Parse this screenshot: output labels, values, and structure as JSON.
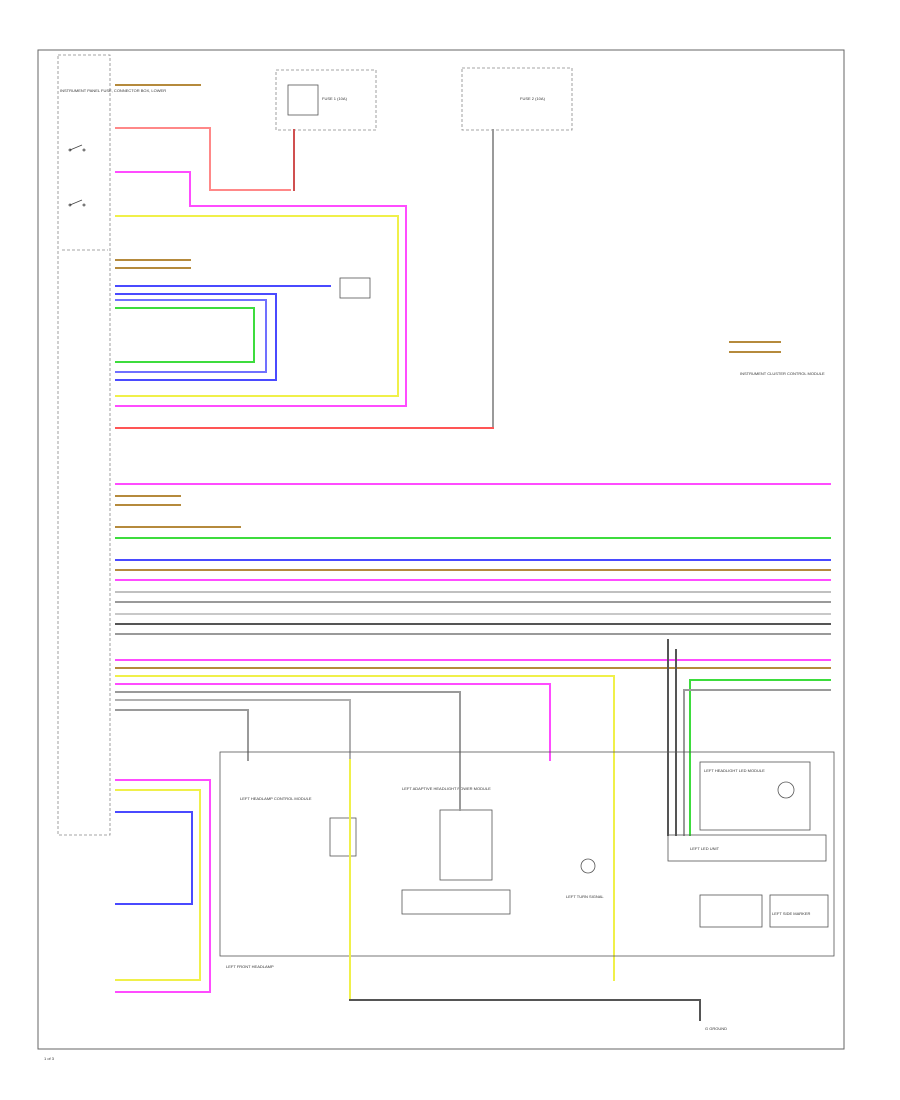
{
  "colors": {
    "background": "#ffffff",
    "frame": "#666666",
    "wire_green": "#3ddc3d",
    "wire_blue": "#4a4aff",
    "wire_magenta": "#ff4cff",
    "wire_yellow": "#f0f04a",
    "wire_red": "#ff5555",
    "wire_gray": "#9a9a9a",
    "wire_black": "#555555",
    "wire_brown": "#b58a3c"
  },
  "blocks": {
    "instrument_panel": "INSTRUMENT PANEL FUSE, CONNECTOR BOX, LOWER",
    "left_front_headlamp": "LEFT FRONT HEADLAMP",
    "instrument_cluster": "INSTRUMENT CLUSTER CONTROL MODULE"
  },
  "fuses": {
    "fuse_box_a": "FUSE 1 (10A)",
    "fuse_box_b": "FUSE 2 (10A)"
  },
  "components": {
    "headlamp_module": "LEFT HEADLAMP CONTROL MODULE",
    "adaptive_module": "LEFT ADAPTIVE HEADLIGHT POWER MODULE",
    "led_module": "LEFT HEADLIGHT LED MODULE",
    "led_unit": "LEFT LED UNIT",
    "turn_signal": "LEFT TURN SIGNAL",
    "side_marker": "LEFT SIDE MARKER",
    "ground": "G GROUND"
  },
  "labels": {
    "page_number": "1 of 3"
  }
}
